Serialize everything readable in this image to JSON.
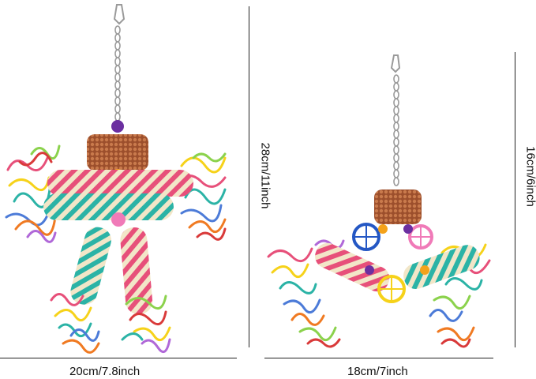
{
  "product_image": {
    "toy_left": {
      "height_label": "28cm/11inch",
      "width_label": "20cm/7.8inch"
    },
    "toy_right": {
      "height_label": "16cm/6inch",
      "width_label": "18cm/7inch"
    }
  },
  "colors": {
    "background": "#ffffff",
    "dimension_line": "#222222",
    "weave_pink": "#e7507a",
    "weave_teal": "#2bb3a6",
    "weave_cream": "#f2e6c8",
    "corn_cob": "#b0623a",
    "bead_purple": "#6b2fa0",
    "bead_orange": "#f4a21a",
    "bead_pink": "#f07ab8",
    "ball_blue": "#2457c4",
    "ball_yellow": "#f6d21a",
    "metal": "#9a9a9a"
  }
}
